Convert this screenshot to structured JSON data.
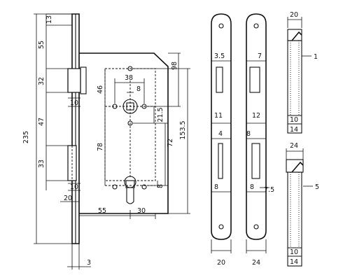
{
  "drawing": {
    "dimensions": {
      "total_height": "235",
      "top_offset": "13",
      "forend_to_latch": "55",
      "latch_height": "32",
      "latch_to_lockbolt": "47",
      "lockbolt_height": "33",
      "latch_throw_a": "10",
      "latch_throw_b": "10",
      "forend_thickness_bottom": "20",
      "backset": "55",
      "case_width_part": "30",
      "case_depth": "98",
      "spindle_spacing": "38",
      "spindle_square": "8",
      "case_top_to_spindle": "46",
      "spindle_to_mid_hole": "21.5",
      "spindle_to_cylinder": "78",
      "mid_hole_to_cylinder": "72",
      "case_height": "153.5",
      "cylinder_offset": "8",
      "faceplate_thickness": "3",
      "forend_a_latch_width": "3.5",
      "forend_a_latch_height": "11",
      "forend_a_bolt_width": "4",
      "forend_a_bolt_height": "8",
      "forend_a_width": "20",
      "forend_b_latch_width": "7",
      "forend_b_latch_height": "12",
      "forend_b_bolt_width": "8",
      "forend_b_bolt_height": "8",
      "forend_b_offset": "7.5",
      "forend_b_width": "24",
      "side_a_width": "20",
      "side_a_callout": "1",
      "side_a_depth": "10",
      "side_a_bottom": "14",
      "side_b_width": "24",
      "side_b_callout": "5",
      "side_b_depth": "10",
      "side_b_bottom": "14"
    }
  }
}
